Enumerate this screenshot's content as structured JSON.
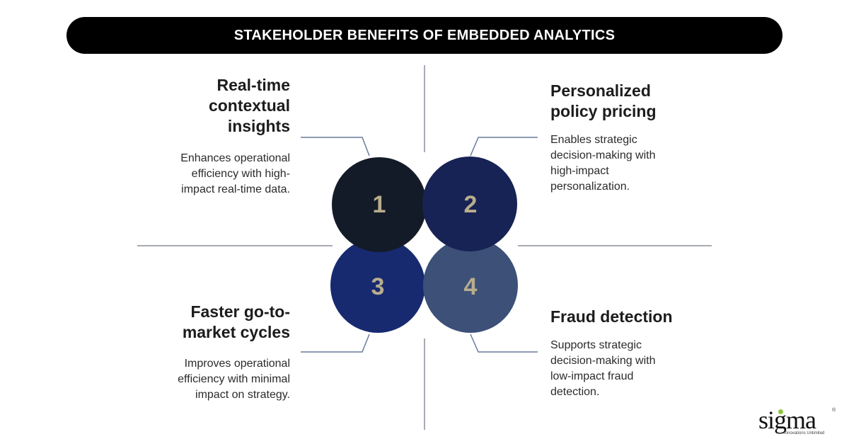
{
  "title": "STAKEHOLDER BENEFITS OF EMBEDDED ANALYTICS",
  "colors": {
    "circle_1": "#141b28",
    "circle_2": "#172354",
    "circle_3": "#172a70",
    "circle_4": "#3c5078",
    "number_text": "#b8ad8d",
    "lines": "#8a8f99",
    "connectors": "#6a7a9a",
    "title_bg": "#000000"
  },
  "items": [
    {
      "number": "1",
      "heading_lines": [
        "Real-time",
        "contextual",
        "insights"
      ],
      "desc_lines": [
        "Enhances operational",
        "efficiency with high-",
        "impact real-time data."
      ]
    },
    {
      "number": "2",
      "heading_lines": [
        "Personalized",
        "policy pricing"
      ],
      "desc_lines": [
        "Enables strategic",
        "decision-making with",
        "high-impact",
        "personalization."
      ]
    },
    {
      "number": "3",
      "heading_lines": [
        "Faster go-to-",
        "market cycles"
      ],
      "desc_lines": [
        "Improves operational",
        "efficiency with minimal",
        "impact on strategy."
      ]
    },
    {
      "number": "4",
      "heading_lines": [
        "Fraud detection"
      ],
      "desc_lines": [
        "Supports strategic",
        "decision-making with",
        "low-impact fraud",
        "detection."
      ]
    }
  ],
  "logo": {
    "word": "sigma",
    "tagline": "Innovations Unlimited",
    "reg": "®"
  }
}
